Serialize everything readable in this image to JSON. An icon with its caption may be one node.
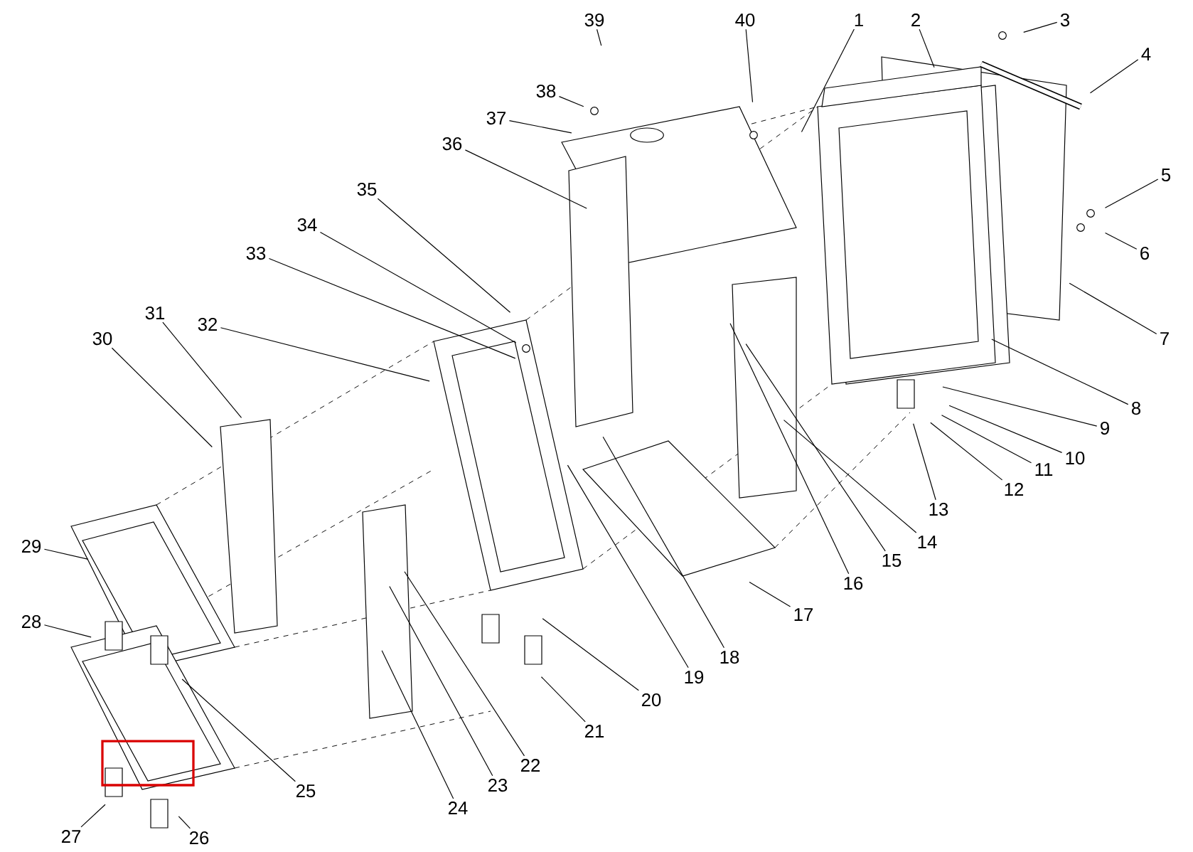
{
  "diagram": {
    "nodes": [
      {
        "text": [
          "1"
        ]
      },
      {
        "text": [
          "2"
        ]
      },
      {
        "text": [
          "3"
        ]
      },
      {
        "text": [
          "4"
        ]
      },
      {
        "text": [
          "5"
        ]
      },
      {
        "text": [
          "6"
        ]
      },
      {
        "text": [
          "7"
        ]
      },
      {
        "text": [
          "8"
        ]
      },
      {
        "text": [
          "9"
        ]
      },
      {
        "text": [
          "10"
        ]
      },
      {
        "text": [
          "11"
        ]
      },
      {
        "text": [
          "12"
        ]
      },
      {
        "text": [
          "13"
        ]
      },
      {
        "text": [
          "14"
        ]
      },
      {
        "text": [
          "15"
        ]
      },
      {
        "text": [
          "16"
        ]
      },
      {
        "text": [
          "17"
        ]
      },
      {
        "text": [
          "18"
        ]
      },
      {
        "text": [
          "19"
        ]
      },
      {
        "text": [
          "20"
        ]
      },
      {
        "text": [
          "21"
        ]
      },
      {
        "text": [
          "22"
        ]
      },
      {
        "text": [
          "23"
        ]
      },
      {
        "text": [
          "24"
        ]
      },
      {
        "text": [
          "25"
        ]
      },
      {
        "text": [
          "26"
        ]
      },
      {
        "text": [
          "27"
        ]
      },
      {
        "text": [
          "28"
        ]
      },
      {
        "text": [
          "29"
        ]
      },
      {
        "text": [
          "30"
        ]
      },
      {
        "text": [
          "31"
        ]
      },
      {
        "text": [
          "32"
        ]
      },
      {
        "text": [
          "33"
        ]
      },
      {
        "text": [
          "34"
        ]
      },
      {
        "text": [
          "35"
        ]
      },
      {
        "text": [
          "36"
        ]
      },
      {
        "text": [
          "37"
        ]
      },
      {
        "text": [
          "38"
        ]
      },
      {
        "text": [
          "39"
        ]
      },
      {
        "text": [
          "40"
        ]
      }
    ],
    "edges": [
      {
        "from": 0,
        "to": null,
        "arrow": "none"
      },
      {
        "from": 1,
        "to": null,
        "arrow": "none"
      },
      {
        "from": 2,
        "to": null,
        "arrow": "none"
      },
      {
        "from": 3,
        "to": null,
        "arrow": "none"
      },
      {
        "from": 4,
        "to": null,
        "arrow": "none"
      },
      {
        "from": 5,
        "to": null,
        "arrow": "none"
      },
      {
        "from": 6,
        "to": null,
        "arrow": "none"
      },
      {
        "from": 7,
        "to": null,
        "arrow": "none"
      },
      {
        "from": 8,
        "to": null,
        "arrow": "none"
      },
      {
        "from": 9,
        "to": null,
        "arrow": "none"
      },
      {
        "from": 10,
        "to": null,
        "arrow": "none"
      },
      {
        "from": 11,
        "to": null,
        "arrow": "none"
      },
      {
        "from": 12,
        "to": null,
        "arrow": "none"
      },
      {
        "from": 13,
        "to": null,
        "arrow": "none"
      },
      {
        "from": 14,
        "to": null,
        "arrow": "none"
      },
      {
        "from": 15,
        "to": null,
        "arrow": "none"
      },
      {
        "from": 16,
        "to": null,
        "arrow": "none"
      },
      {
        "from": 17,
        "to": null,
        "arrow": "none"
      },
      {
        "from": 18,
        "to": null,
        "arrow": "none"
      },
      {
        "from": 19,
        "to": null,
        "arrow": "none"
      },
      {
        "from": 20,
        "to": null,
        "arrow": "none"
      },
      {
        "from": 21,
        "to": null,
        "arrow": "none"
      },
      {
        "from": 22,
        "to": null,
        "arrow": "none"
      },
      {
        "from": 23,
        "to": null,
        "arrow": "none"
      },
      {
        "from": 24,
        "to": null,
        "arrow": "none"
      },
      {
        "from": 25,
        "to": null,
        "arrow": "none"
      },
      {
        "from": 26,
        "to": null,
        "arrow": "none"
      },
      {
        "from": 27,
        "to": null,
        "arrow": "none"
      },
      {
        "from": 28,
        "to": null,
        "arrow": "none"
      },
      {
        "from": 29,
        "to": null,
        "arrow": "none"
      },
      {
        "from": 30,
        "to": null,
        "arrow": "none"
      },
      {
        "from": 31,
        "to": null,
        "arrow": "none"
      },
      {
        "from": 32,
        "to": null,
        "arrow": "none"
      },
      {
        "from": 33,
        "to": null,
        "arrow": "none"
      },
      {
        "from": 34,
        "to": null,
        "arrow": "none"
      },
      {
        "from": 35,
        "to": null,
        "arrow": "none"
      },
      {
        "from": 36,
        "to": null,
        "arrow": "none"
      },
      {
        "from": 37,
        "to": null,
        "arrow": "none"
      },
      {
        "from": 38,
        "to": null,
        "arrow": "none"
      },
      {
        "from": 39,
        "to": null,
        "arrow": "none"
      }
    ]
  }
}
